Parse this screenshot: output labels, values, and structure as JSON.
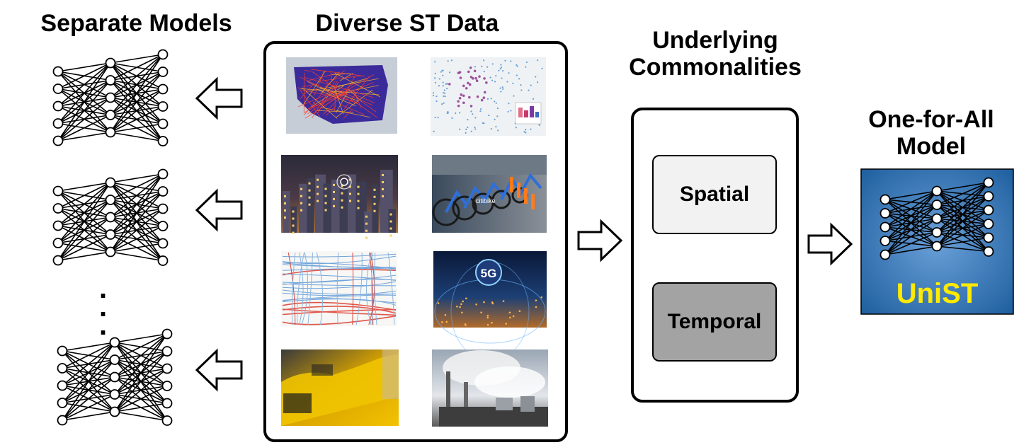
{
  "titles": {
    "separate_models": "Separate Models",
    "diverse_st_data": "Diverse ST Data",
    "underlying_line1": "Underlying",
    "underlying_line2": "Commonalities",
    "one_for_all_line1": "One-for-All",
    "one_for_all_line2": "Model"
  },
  "commonalities": {
    "spatial": "Spatial",
    "temporal": "Temporal"
  },
  "unified_model": {
    "label": "UniST",
    "label_color": "#ffea00",
    "panel_color": "#1f5f9f"
  },
  "image_tile_labels": {
    "bike_sign": "citibike",
    "network_badge": "5G"
  },
  "image_tiles": [
    "od-flow-map",
    "point-density-map",
    "city-night-wireless",
    "bike-sharing-dock",
    "road-network-map",
    "5g-city-network",
    "taxi-line",
    "factory-smoke"
  ],
  "icons": [
    "arrow-left-icon",
    "arrow-right-icon",
    "neural-network-icon"
  ]
}
